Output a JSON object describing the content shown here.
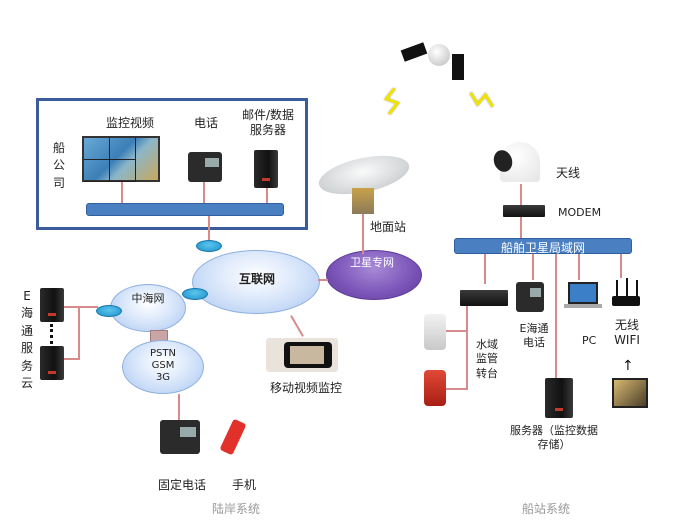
{
  "shipping_company": {
    "label": "船公司",
    "items": [
      {
        "label": "监控视频",
        "icon": "video-wall-icon"
      },
      {
        "label": "电话",
        "icon": "desk-phone-icon"
      },
      {
        "label": "邮件/数据服务器",
        "icon": "server-icon"
      }
    ]
  },
  "shore": {
    "cloud_service_label": "E海通服务云",
    "zhonghai_net": "中海网",
    "internet": "互联网",
    "satellite_private_net": "卫星专网",
    "pstn_cloud": [
      "PSTN",
      "GSM",
      "3G"
    ],
    "mobile_video": "移动视频监控",
    "fixed_phone": "固定电话",
    "mobile_phone": "手机",
    "system_label": "陆岸系统"
  },
  "satellite": {
    "ground_station": "地面站"
  },
  "ship": {
    "antenna": "天线",
    "modem": "MODEM",
    "lan": "船舶卫星局域网",
    "water_monitor": "水域监管转台",
    "e_phone": "E海通电话",
    "pc": "PC",
    "wifi": [
      "无线",
      "WIFI"
    ],
    "server": [
      "服务器（监控数据",
      "存储）"
    ],
    "system_label": "船站系统"
  },
  "colors": {
    "box_border": "#3a5c9a",
    "bus": "#4a7fc1",
    "link_line": "#d98a8a",
    "cloud_blue": "#a9c6f0",
    "cloud_purple": "#7a54b8",
    "bolt": "#f2e200"
  }
}
